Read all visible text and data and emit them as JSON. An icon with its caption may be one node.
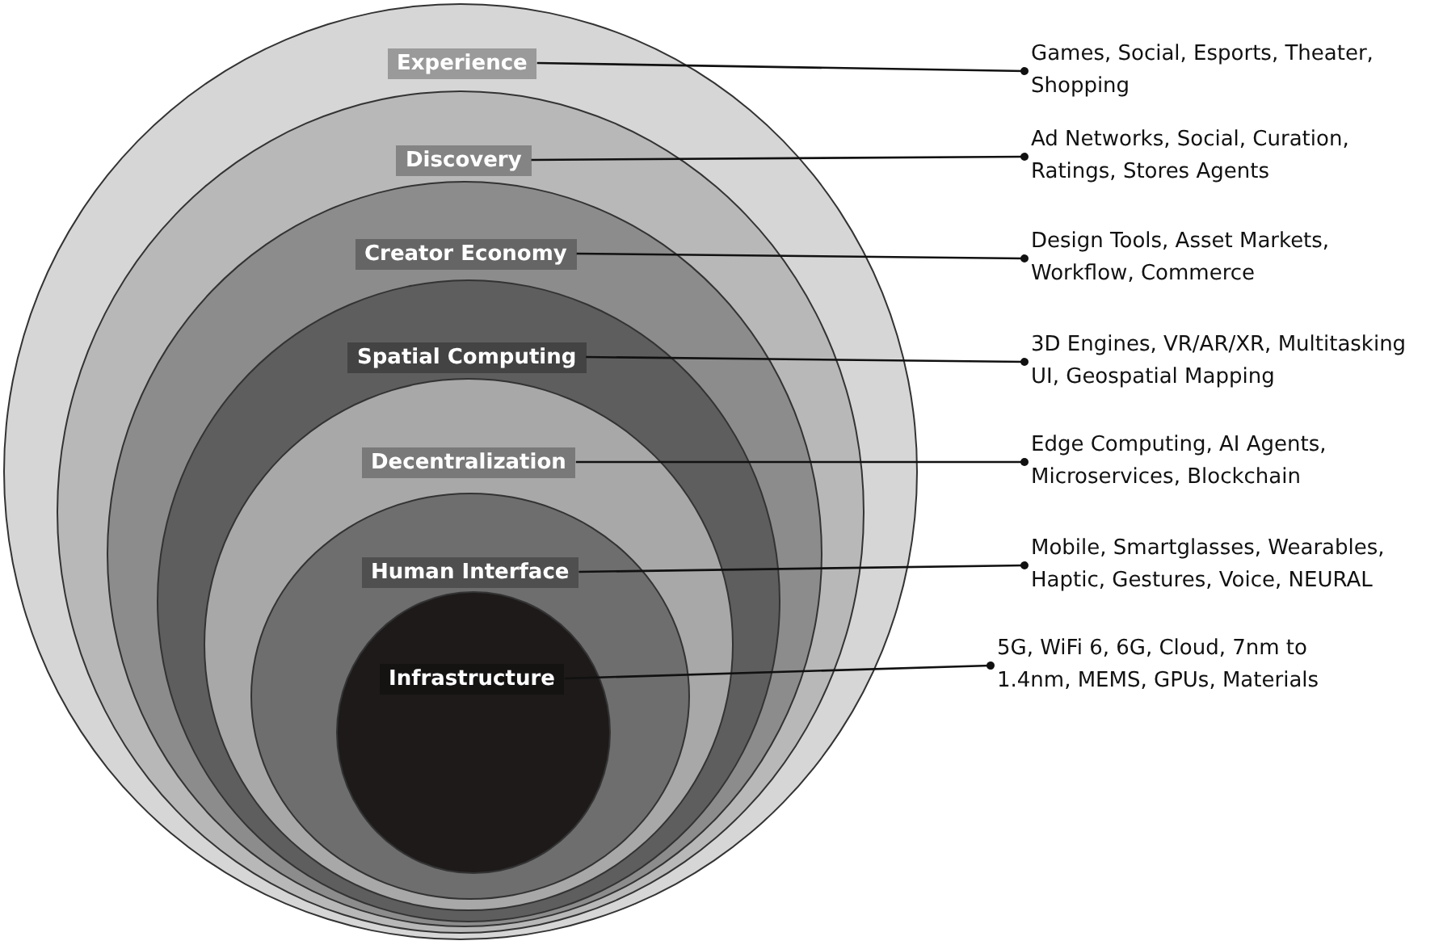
{
  "diagram": {
    "nodes": [
      {
        "text": [
          "Experience"
        ]
      },
      {
        "text": [
          "Discovery"
        ],
        "in": 0
      },
      {
        "text": [
          "Creator Economy"
        ],
        "in": 1
      },
      {
        "text": [
          "Spatial Computing"
        ],
        "in": 2
      },
      {
        "text": [
          "Decentralization"
        ],
        "in": 3
      },
      {
        "text": [
          "Human Interface"
        ],
        "in": 4
      },
      {
        "text": [
          "Infrastructure"
        ],
        "in": 5
      },
      {
        "text": [
          "Games, Social, Esports, Theater, Shopping"
        ]
      },
      {
        "text": [
          "Ad Networks, Social, Curation, Ratings, Stores Agents"
        ]
      },
      {
        "text": [
          "Design Tools, Asset Markets, Workflow, Commerce"
        ]
      },
      {
        "text": [
          "3D Engines, VR/AR/XR, Multitasking UI, Geospatial Mapping"
        ]
      },
      {
        "text": [
          "Edge Computing, AI Agents, Microservices, Blockchain"
        ]
      },
      {
        "text": [
          "Mobile, Smartglasses, Wearables, Haptic, Gestures, Voice, NEURAL"
        ]
      },
      {
        "text": [
          "5G, WiFi 6, 6G, Cloud, 7nm to 1.4nm, MEMS, GPUs, Materials"
        ]
      }
    ],
    "edges": [
      {
        "from": 0,
        "to": 7,
        "arrow": "other"
      },
      {
        "from": 1,
        "to": 8,
        "arrow": "other"
      },
      {
        "from": 2,
        "to": 9,
        "arrow": "other"
      },
      {
        "from": 3,
        "to": 10,
        "arrow": "other"
      },
      {
        "from": 4,
        "to": 11,
        "arrow": "other"
      },
      {
        "from": 5,
        "to": 12,
        "arrow": "other"
      },
      {
        "from": 6,
        "to": 13,
        "arrow": "other"
      }
    ]
  }
}
